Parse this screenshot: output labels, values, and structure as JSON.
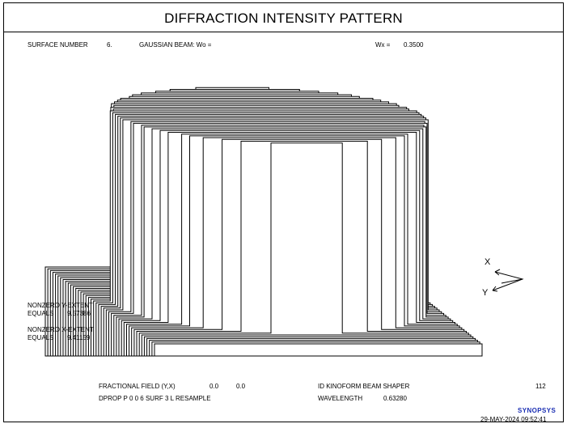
{
  "title": "DIFFRACTION INTENSITY PATTERN",
  "header": {
    "surface_label": "SURFACE NUMBER",
    "surface_value": "6.",
    "gaussian_label": "GAUSSIAN BEAM: Wo =",
    "wx_label": "Wx =",
    "wx_value": "0.3500"
  },
  "extent": {
    "y_label_1": "NONZERO Y-EXTENT",
    "y_label_2": "EQUALS",
    "y_value": "9.57386",
    "x_label_1": "NONZERO X-EXTENT",
    "x_label_2": "EQUALS",
    "x_value": "9.41159"
  },
  "axes": {
    "x_label": "X",
    "y_label": "Y"
  },
  "footer": {
    "field_label": "FRACTIONAL FIELD (Y,X)",
    "field_y": "0.0",
    "field_x": "0.0",
    "lens_name": "ID KINOFORM BEAM SHAPER",
    "lens_number": "112",
    "command": "DPROP P 0 0 6 SURF 3 L RESAMPLE",
    "wavelength_label": "WAVELENGTH",
    "wavelength_value": "0.63280",
    "logo": "SYNOPSYS",
    "timestamp": "29-MAY-2024 09:52:41"
  },
  "colors": {
    "line": "#000000",
    "logo": "#1b2fb3"
  }
}
